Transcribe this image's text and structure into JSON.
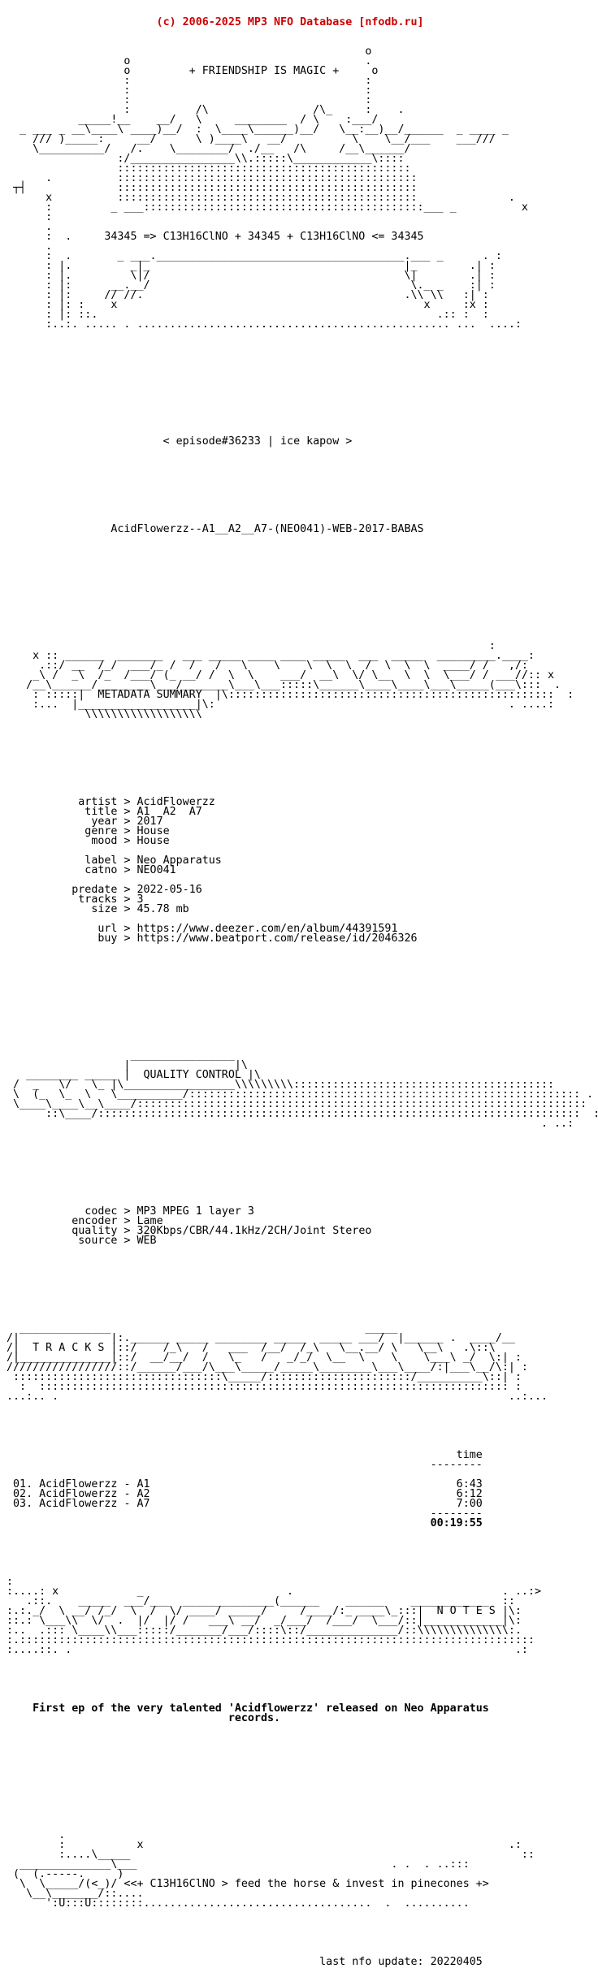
{
  "header_line": "                       (c) 2006-2025 MP3 NFO Database [nfodb.ru]",
  "art_top": [
    "                                                       o",
    "                  o                                    .",
    "                  o         + FRIENDSHIP IS MAGIC +     o",
    "                  :                                    :",
    "                  :                                    :",
    "                  :                                    :",
    "                  :          /\\                /\\_     :    .",
    "           _____!__    __/   \\     ________  / \\    :___/",
    "  _ ___ _ __\\____\\ ____)__/  :  \\____\\______)__/   \\__:__)__/______  _ ____ _",
    "    /// )_____:     __/      \\ )____\\   __/          \\    \\__/___    ___///",
    "    \\__________/   /.    \\________/  ./__   /\\     /__\\______/",
    "                 :/________________\\\\.:::::\\____________\\::::",
    "                 :::::::::::::::::::::::::::::::::::::::::::::",
    "      .          ::::::::::::::::::::::::::::::::::::::::::::::",
    " ┬┤              ::::::::::::::::::::::::::::::::::::::::::::::",
    "      x          ::::::::::::::::::::::::::::::::::::::::::::::              .",
    "      :         _ ___:::::::::::::::::::::::::::::::::::::::::::___ _          x",
    "      :",
    "      .",
    "      :  .     34345 => C13H16ClNO + 34345 + C13H16ClNO <= 34345",
    "      .",
    "      :  .       _ ___.______________________________________.___ _      . :",
    "      : |.         _|_                                       |_        .| :",
    "      : |.         \\|/                                       \\|        .| :",
    "      : |:      __.__/                                        \\._ _    :| :",
    "      : |:     // //.                                        .\\\\ \\\\   :| :",
    "      : |: :    x                                               x     :x :",
    "      : |: ::.                                                    .:: :  :",
    "      :..:. ..... . ................................................ ...  ....:"
  ],
  "episode": "                        < episode#36233 | ice kapow >",
  "release": "                AcidFlowerzz--A1__A2__A7-(NEO041)-WEB-2017-BABAS",
  "art_metadata": [
    "                                                                          :",
    "    x :: ______  _______   ___ _____ ____ ____ _____  ___  _____  _________.____:",
    "     .::/ __  /_/  ___/_ /  /   /   \\    \\    \\  \\  \\  /  \\  \\  \\  ____/ /   ,/:",
    "    _\\ /  _\\  /_  /___/ (_ __/ /  \\  \\    ___/  __\\  \\/ \\__  \\  \\  \\___/ / ___//:: x",
    "   /__\\______/________\\___/_______\\___\\___:::::\\______\\____\\____\\___\\_____(___\\:::  .",
    "    : :::::|  METADATA SUMMARY  |\\::::::::::::::::::::::::::::::::::::::::::::::::::  :",
    "    :...  |__________________|\\:                                             . ....:",
    "            \\\\\\\\\\\\\\\\\\\\\\\\\\\\\\\\\\\\"
  ],
  "metadata": [
    {
      "key": "artist",
      "value": "AcidFlowerzz"
    },
    {
      "key": "title",
      "value": "A1  A2  A7"
    },
    {
      "key": "year",
      "value": "2017"
    },
    {
      "key": "genre",
      "value": "House"
    },
    {
      "key": "mood",
      "value": "House"
    },
    {
      "key": "",
      "value": ""
    },
    {
      "key": "label",
      "value": "Neo Apparatus"
    },
    {
      "key": "catno",
      "value": "NEO041"
    },
    {
      "key": "",
      "value": ""
    },
    {
      "key": "predate",
      "value": "2022-05-16"
    },
    {
      "key": "tracks",
      "value": "3"
    },
    {
      "key": "size",
      "value": "45.78 mb"
    },
    {
      "key": "",
      "value": ""
    },
    {
      "key": "url",
      "value": "https://www.deezer.com/en/album/44391591"
    },
    {
      "key": "buy",
      "value": "https://www.beatport.com/release/id/2046326"
    }
  ],
  "art_quality": [
    "                   ________________",
    "                  |                |\\",
    "   ________ _____ |  QUALITY CONTROL |\\",
    " /  _   \\/   \\_ |\\_________________\\\\\\\\\\\\\\\\\\::::::::::::::::::::::::::::::::::::::::",
    " \\  (_  \\_  \\   \\__________/:::::::::::::::::::::::::::::::::::::::::::::::::::::::::::: .",
    " \\____\\____\\__\\____/:::::::::::::::::::::::::::::::::::::::::::::::::::::::::::::::::::::  :",
    "      ::\\____/::::::::::::::::::::::::::::::::::::::::::::::::::::::::::::::::::::::::::  :",
    "                                                                                  . ..:"
  ],
  "quality": [
    {
      "key": "codec",
      "value": "MP3 MPEG 1 layer 3"
    },
    {
      "key": "encoder",
      "value": "Lame"
    },
    {
      "key": "quality",
      "value": "320Kbps/CBR/44.1kHz/2CH/Joint Stereo"
    },
    {
      "key": "source",
      "value": "WEB"
    }
  ],
  "art_tracks": [
    "  ______________                                       _____                  ",
    "/|              |:.______ _____ ________ _____  _____ ___/  |______ .  ____/__",
    "/|  T R A C K S |::/    /_\\   /   ___  /__/  /_\\   \\__.__/ \\   \\__\\   .\\::\\",
    "/|______________|::/  __/__/  /   \\_   /   _/_/  \\__  \\    \\    \\___\\ _/  \\:| :",
    "/////////////////::/______/___/\\___\\_____/_____\\________\\___\\____/:|___\\__/\\:| :",
    " ::::::::::::::::::::::::::::::::\\_____/::::::::::::::::::::::/__________\\::| :",
    "  :  :::::::::::::::::::::::::::::::::::::::::::::::::::::::::::::::::::::::: :",
    "...:.. .                                                                     ..:..."
  ],
  "tracks_header": "time",
  "tracks_rule": "--------",
  "tracks": [
    {
      "num": "01.",
      "name": "AcidFlowerzz - A1",
      "time": "6:43"
    },
    {
      "num": "02.",
      "name": "AcidFlowerzz - A2",
      "time": "6:12"
    },
    {
      "num": "03.",
      "name": "AcidFlowerzz - A7",
      "time": "7:00"
    }
  ],
  "tracks_total": "00:19:55",
  "art_notes": [
    ":                                                                             ",
    ":....: x            _                      .                                . ..:>",
    "   .::.    _____  ___/___  ______________(______    ______    ____________  ::",
    ":.:._/  \\ __/ /_/  \\  /  \\/ ____/ _____/     /____/:_ ____\\_:::|  N O T E S |\\:",
    "::.: \\___\\\\  \\/  .  |/  |/ /   ___\\ __/  _/___/  /___/  \\___/::|____________|\\:",
    ":..  .::: \\____\\\\___:::::/_______/___/::::\\::/______________/::\\\\\\\\\\\\\\\\\\\\\\\\\\\\:.",
    ":.:::::::::::::::::::::::::::::::::::::::::::::::::::::::::::::::::::::::::::::::",
    ":....::. .                                                                    .:"
  ],
  "notes_text": [
    "    First ep of the very talented 'Acidflowerzz' released on Neo Apparatus",
    "                                  records."
  ],
  "art_footer": [
    "        .",
    "        :           x                                                        .:",
    "        :....\\_____                                                            ::",
    "  ______________\\___                                       . .  . ..:::",
    " (  (.-----.     )",
    "  \\  \\_____/(<_)/ <<+ C13H16ClNO > feed the horse & invest in pinecones +>",
    "   \\__\\_______/::....",
    "      ':U:::U::::::::...................................  .  .........."
  ],
  "last_update": "                                                last nfo update: 20220405"
}
